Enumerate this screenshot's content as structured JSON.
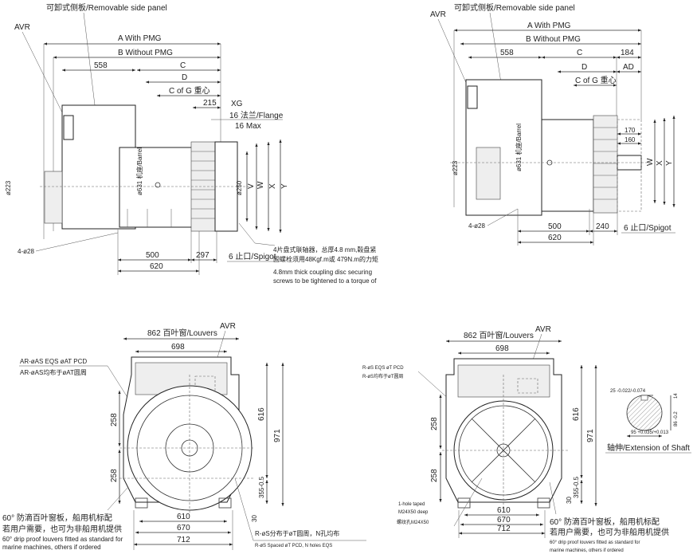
{
  "side_view_left": {
    "removable_panel": "可卸式侧板/Removable side panel",
    "avr": "AVR",
    "a_with_pmg": "A With PMG",
    "b_without_pmg": "B Without PMG",
    "dim_558": "558",
    "dim_c": "C",
    "dim_d": "D",
    "c_of_g": "C of G 重心",
    "dim_215": "215",
    "xg": "XG",
    "flange": "16 法兰/Flange",
    "max16": "16 Max",
    "dia223": "ø223",
    "barrel": "ø631 机座/Barrel",
    "dia250": "ø250",
    "v": "V",
    "w": "W",
    "x": "X",
    "y": "Y",
    "holes": "4-ø28",
    "dim_500": "500",
    "dim_297": "297",
    "dim_620": "620",
    "spigot": "6 止口/Spigot",
    "note_cn_1": "4片盘式联轴器，总厚4.8 mm,毂盘紧",
    "note_cn_2": "固螺栓须用48Kgf.m或 479N.m的力矩",
    "note_en_1": "4.8mm thick coupling disc securing",
    "note_en_2": "screws to be tightened to a torque of"
  },
  "side_view_right": {
    "removable_panel": "可卸式侧板/Removable side panel",
    "avr": "AVR",
    "a_with_pmg": "A With PMG",
    "b_without_pmg": "B Without PMG",
    "dim_558": "558",
    "dim_c": "C",
    "dim_184": "184",
    "dim_d": "D",
    "dim_ad": "AD",
    "c_of_g": "C of G 重心",
    "dim_170": "170",
    "dim_160": "160",
    "dia223": "ø223",
    "barrel": "ø631 机座/Barrel",
    "w": "W",
    "x": "X",
    "y": "Y",
    "holes": "4-ø28",
    "dim_500": "500",
    "dim_240": "240",
    "dim_620": "620",
    "spigot": "6 止口/Spigot"
  },
  "front_view_left": {
    "avr": "AVR",
    "louvers": "862 百叶窗/Louvers",
    "dim_698": "698",
    "ar_en": "AR-øAS EQS øAT PCD",
    "ar_cn": "AR-øAS均布于øAT圆周",
    "dim_616": "616",
    "dim_971": "971",
    "dim_258a": "258",
    "dim_258b": "258",
    "dim_355": "355-0.5",
    "dim_30": "30",
    "dim_610": "610",
    "dim_670": "670",
    "dim_712": "712",
    "louver_note_cn_1": "60° 防滴百叶窗板，船用机标配",
    "louver_note_cn_2": "若用户需要，也可为非船用机提供",
    "louver_note_en_1": "60°  drip proof louvers fitted as standard for",
    "louver_note_en_2": "marine machines, others if ordered",
    "r_cn": "R-øS分布于øT圆周，N孔均布",
    "r_en": "R-øS Spaced øT PCD, N holes EQS"
  },
  "front_view_right": {
    "avr": "AVR",
    "louvers": "862 百叶窗/Louvers",
    "dim_698": "698",
    "r_en": "R-øS EQS øT PCD",
    "r_cn": "R-øS均布于øT圆周",
    "dim_616": "616",
    "dim_971": "971",
    "dim_258a": "258",
    "dim_258b": "258",
    "dim_355": "355-0.5",
    "dim_30": "30",
    "hole_1": "1-hole taped",
    "hole_2": "M24X50 deep",
    "hole_cn": "螺纹孔M24X50",
    "dim_610": "610",
    "dim_670": "670",
    "dim_712": "712",
    "louver_note_cn_1": "60° 防滴百叶窗板，船用机标配",
    "louver_note_cn_2": "若用户需要，也可为非船用机提供",
    "louver_note_en_1": "60°  drip proof louvers fitted as standard for",
    "louver_note_en_2": "marine machines, others if ordered"
  },
  "shaft_detail": {
    "key_width": "25 -0.022/-0.074",
    "dim_14": "14",
    "dim_86": "86 -0.2",
    "dia95": "95 +0.035/+0.013",
    "title": "轴伸/Extension of Shaft"
  }
}
